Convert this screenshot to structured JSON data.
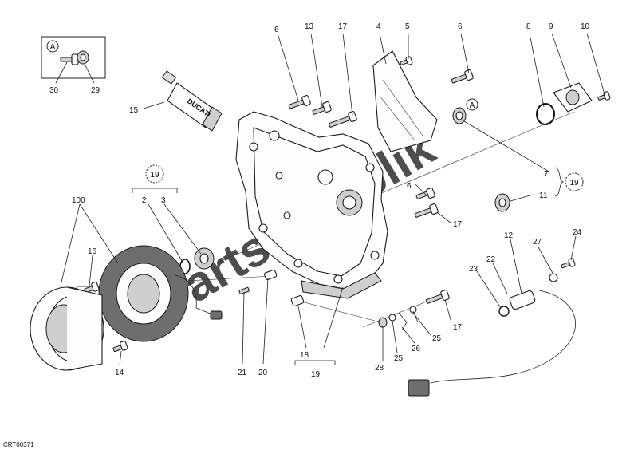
{
  "labels": {
    "l6a": "6",
    "l13": "13",
    "l17a": "17",
    "l4": "4",
    "l5": "5",
    "l6b": "6",
    "l8": "8",
    "l9": "9",
    "l10": "10",
    "l30": "30",
    "l29": "29",
    "l15": "15",
    "l7": "7",
    "l11": "11",
    "l6c": "6",
    "l17b": "17",
    "l2": "2",
    "l3": "3",
    "l100": "100",
    "l16": "16",
    "l14": "14",
    "l21": "21",
    "l20": "20",
    "l18": "18",
    "l19a": "19",
    "l28": "28",
    "l25a": "25",
    "l26": "26",
    "l25b": "25",
    "l17c": "17",
    "l27": "27",
    "l24": "24",
    "l22": "22",
    "l12": "12",
    "l23": "23"
  },
  "callouts": {
    "ref_a_box": "A",
    "ref_a_part": "A",
    "group_19_left": "19",
    "group_19_right": "19"
  },
  "tube_brand": "DUCATI",
  "watermark": "Partsrepublik",
  "figure_code": "CRT00371"
}
